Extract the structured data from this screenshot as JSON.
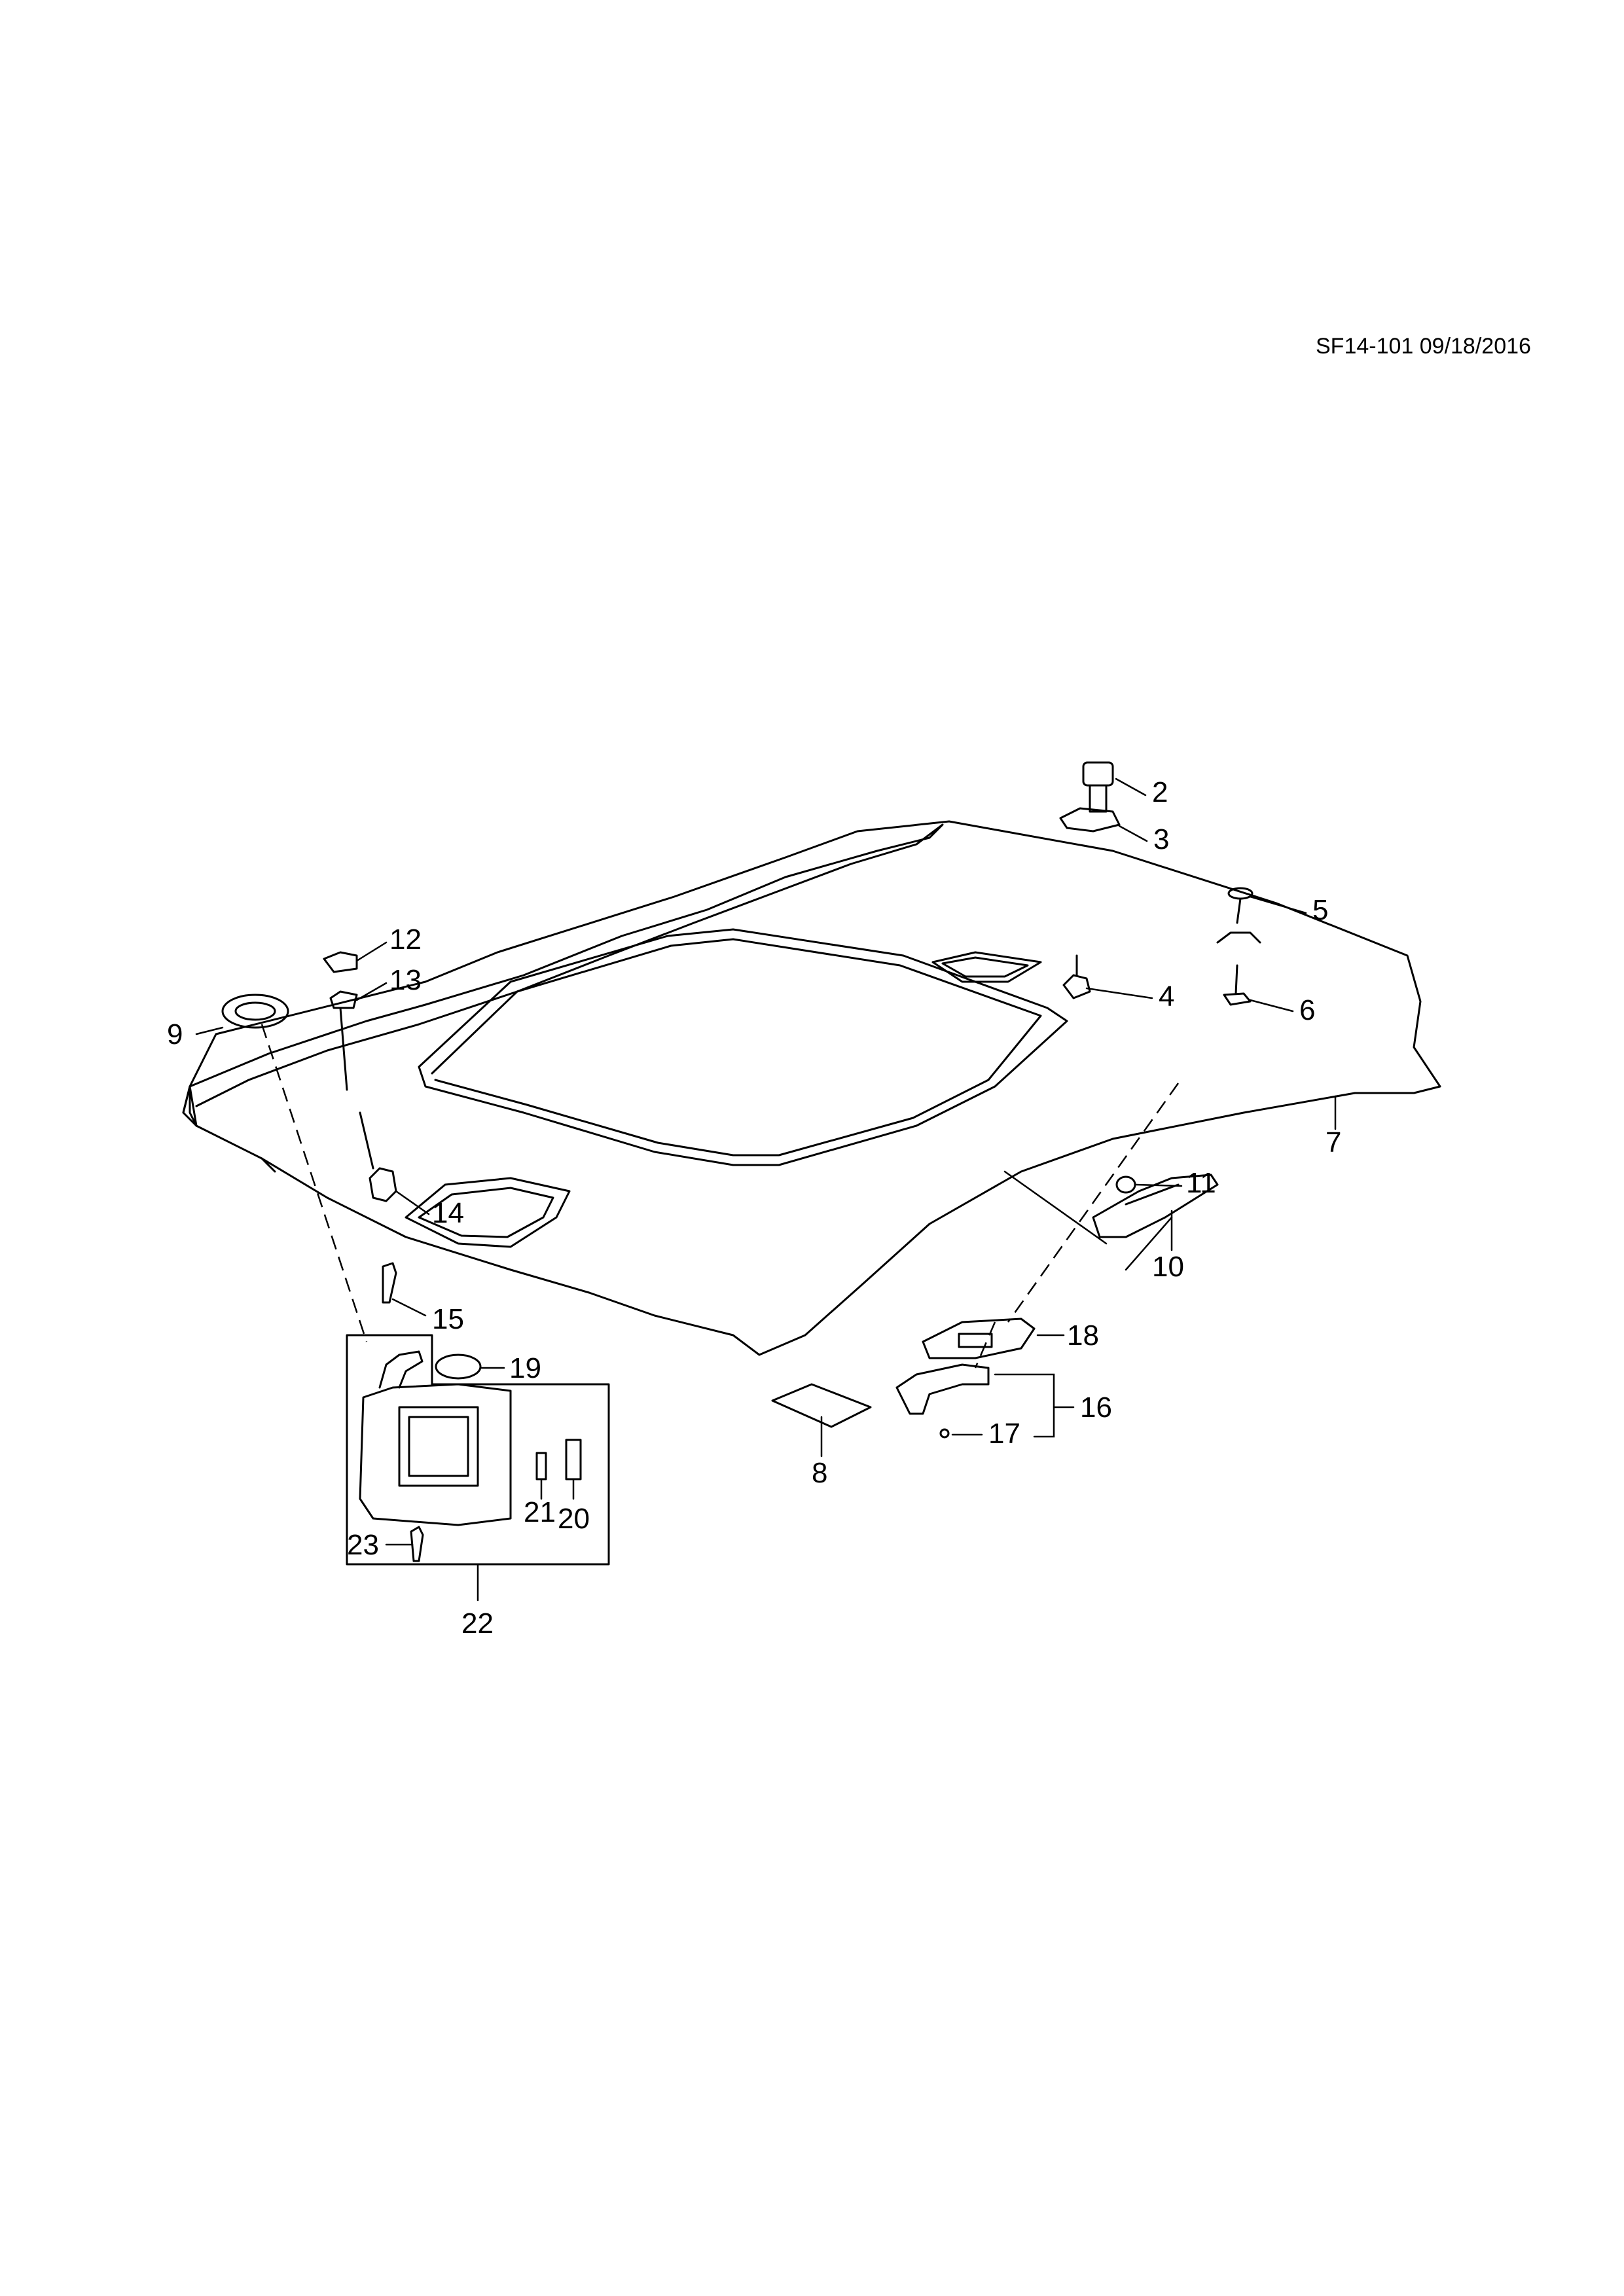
{
  "drawing_ref": "SF14-101 09/18/2016",
  "callouts": [
    "2",
    "3",
    "4",
    "5",
    "6",
    "7",
    "8",
    "9",
    "10",
    "11",
    "12",
    "13",
    "14",
    "15",
    "16",
    "17",
    "18",
    "19",
    "20",
    "21",
    "22",
    "23"
  ],
  "colors": {
    "ink": "#000000",
    "paper": "#ffffff"
  }
}
